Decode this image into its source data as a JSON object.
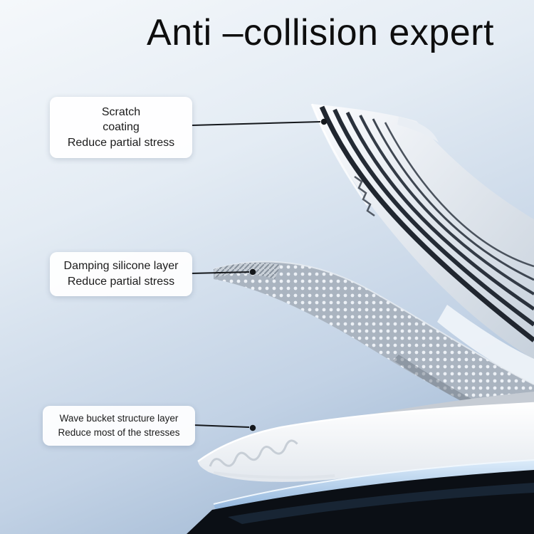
{
  "title": "Anti –collision expert",
  "callouts": [
    {
      "lines": [
        "Scratch",
        "coating",
        "Reduce partial stress"
      ]
    },
    {
      "lines": [
        "Damping silicone layer",
        "Reduce partial stress"
      ]
    },
    {
      "lines": [
        "Wave bucket structure layer",
        "Reduce most of the stresses"
      ]
    }
  ],
  "colors": {
    "background_top": "#f5f8fb",
    "background_bottom": "#92adcc",
    "callout_background": "#ffffff",
    "text": "#111111",
    "metal_light": "#f7fafc",
    "metal_stripe_dark": "#232a33",
    "mesh_gray": "#aab4c0",
    "wave_layer_white": "#ffffff",
    "phone_gloss_blue": "#9fc2e6",
    "phone_body_dark": "#0b0f15"
  }
}
